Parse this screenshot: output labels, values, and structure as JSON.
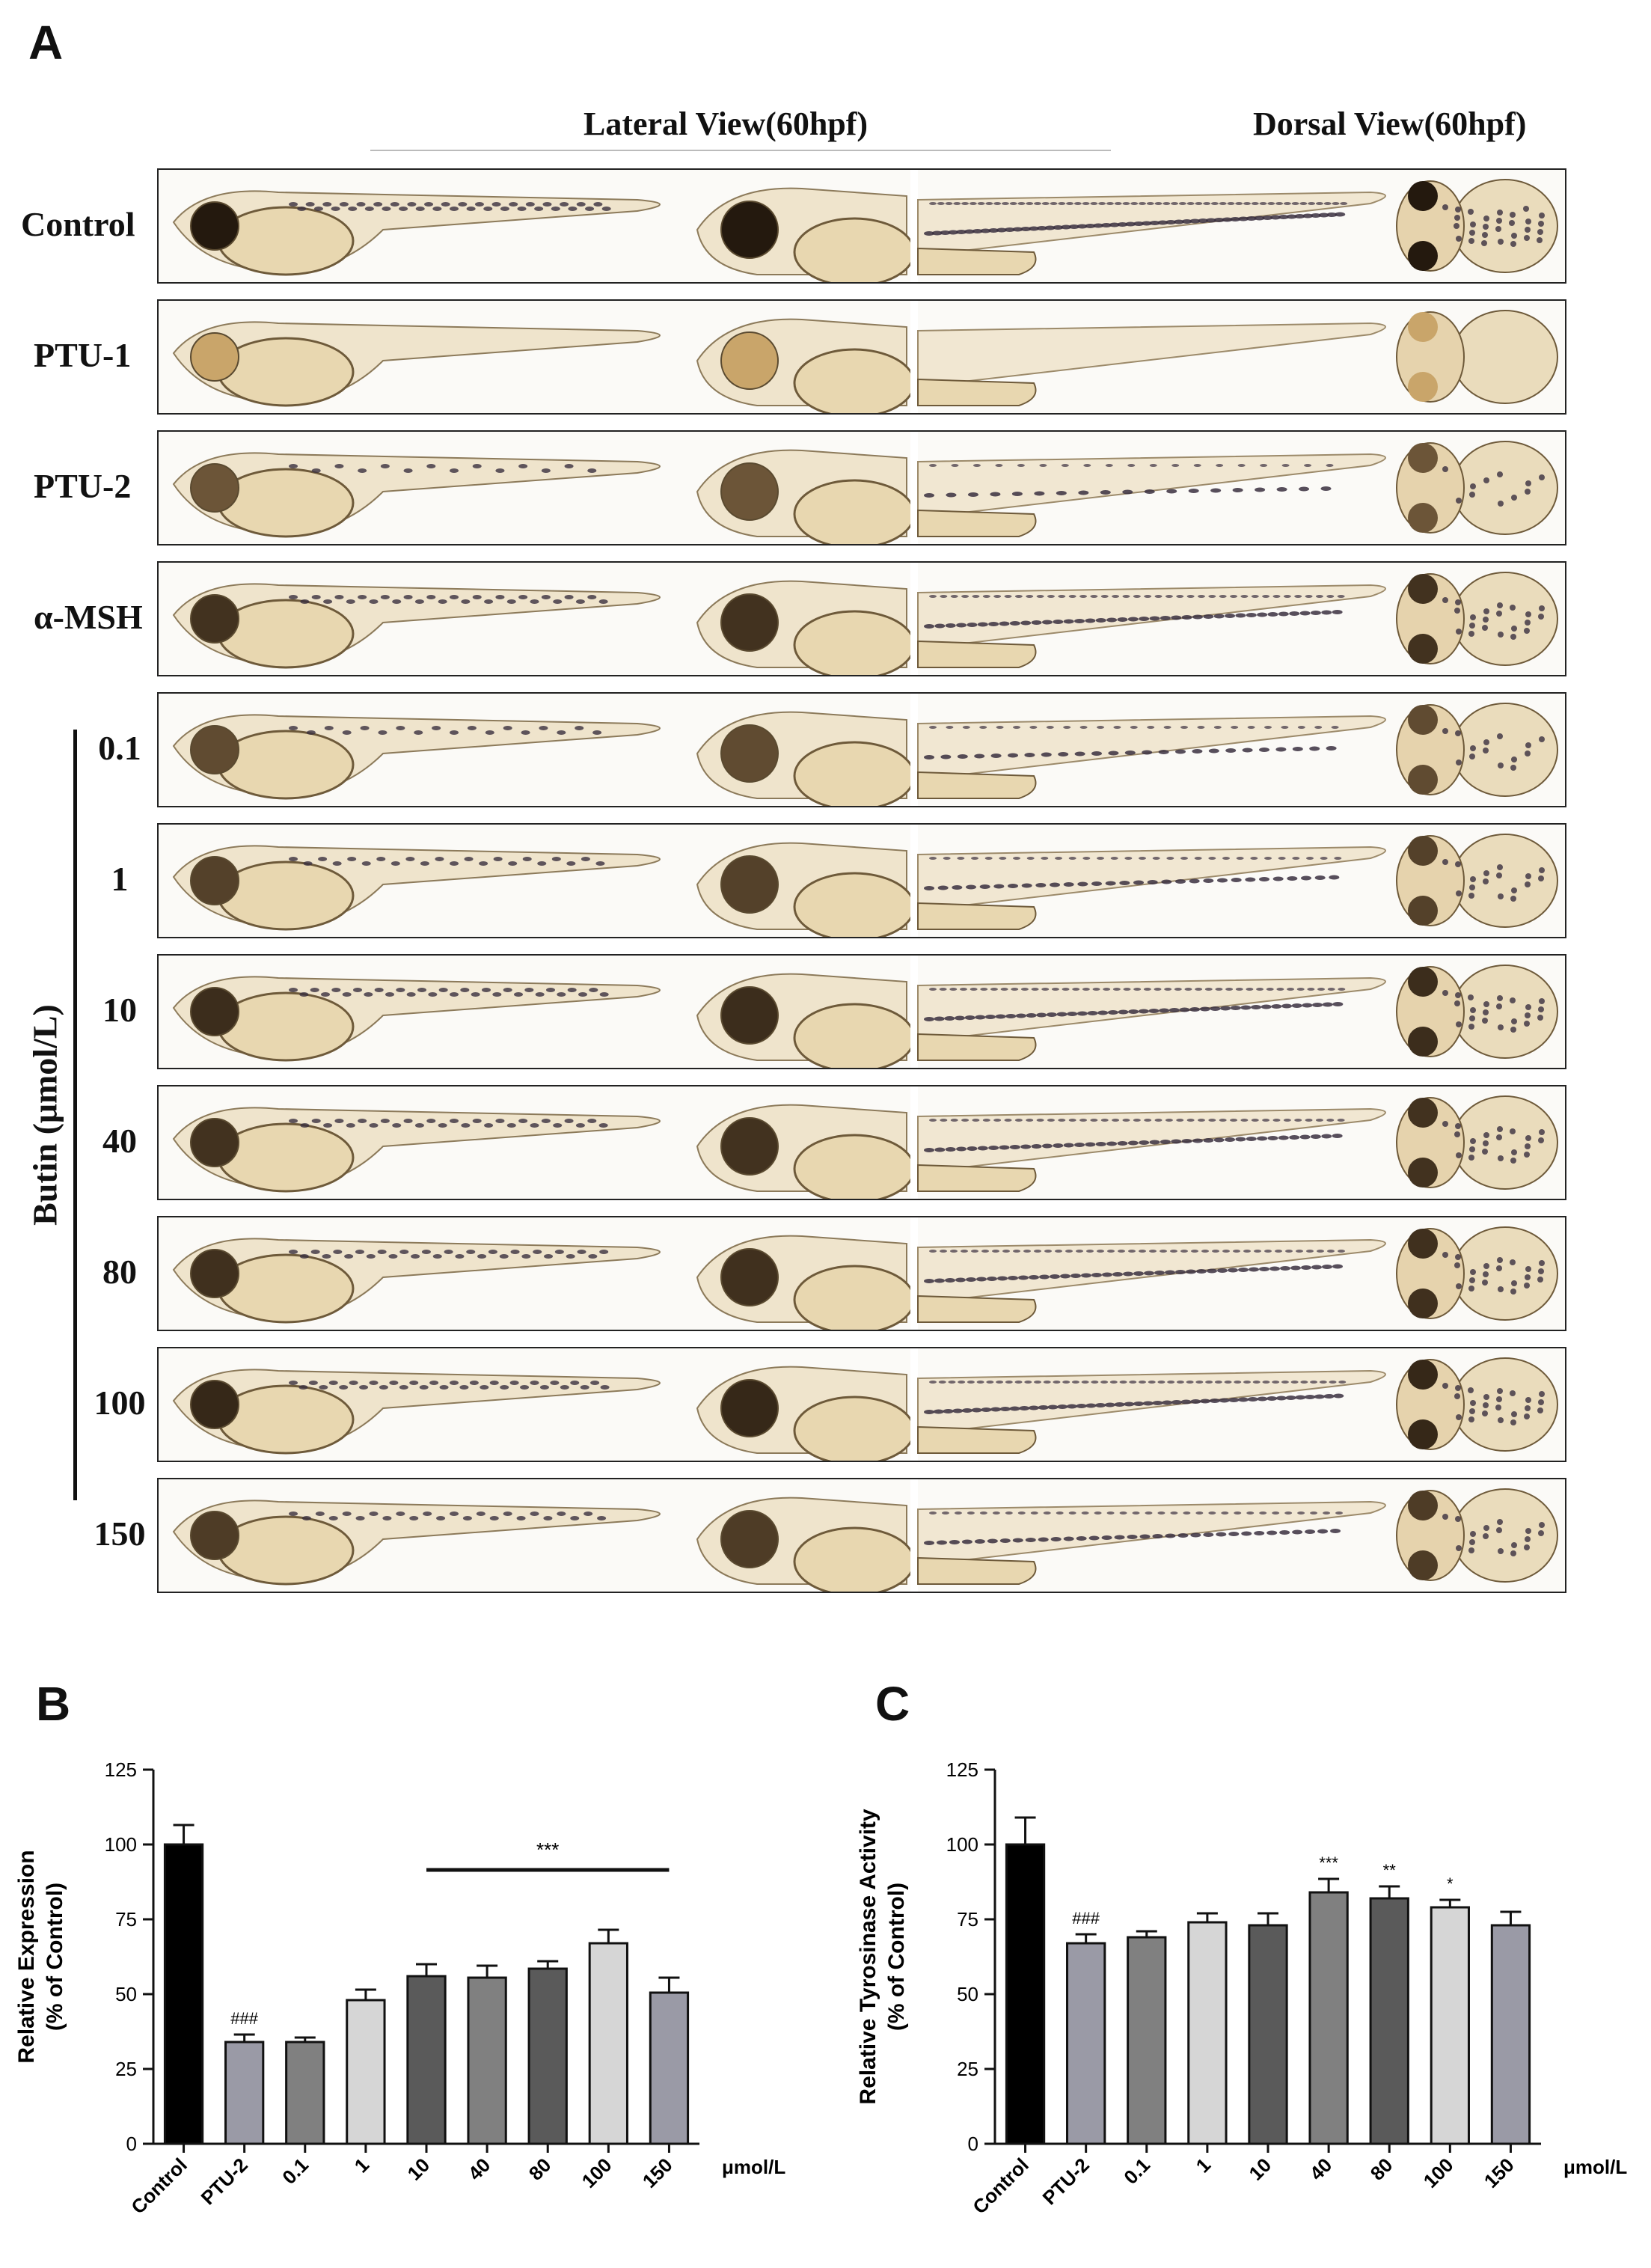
{
  "panel_a": {
    "letter": "A",
    "header_lateral": "Lateral View(60hpf)",
    "header_dorsal": "Dorsal View(60hpf)",
    "group_label": "Butin (μmol/L)",
    "rows": [
      {
        "label": "Control",
        "pigment": 0.95
      },
      {
        "label": "PTU-1",
        "pigment": 0.0
      },
      {
        "label": "PTU-2",
        "pigment": 0.35
      },
      {
        "label": "α-MSH",
        "pigment": 0.7
      },
      {
        "label": "0.1",
        "pigment": 0.45
      },
      {
        "label": "1",
        "pigment": 0.55
      },
      {
        "label": "10",
        "pigment": 0.75
      },
      {
        "label": "40",
        "pigment": 0.7
      },
      {
        "label": "80",
        "pigment": 0.72
      },
      {
        "label": "100",
        "pigment": 0.8
      },
      {
        "label": "150",
        "pigment": 0.6
      }
    ]
  },
  "colors": {
    "black": "#000000",
    "mid_gray": "#9a9aa6",
    "gray": "#808080",
    "light_gray": "#d6d6d6",
    "dark_gray": "#5a5a5a"
  },
  "chart_data": [
    {
      "type": "bar",
      "panel": "B",
      "ylabel": [
        "Relative Expression",
        "(% of Control)"
      ],
      "ylim": [
        0,
        125
      ],
      "yticks": [
        "0",
        "25",
        "50",
        "75",
        "100",
        "125"
      ],
      "categories": [
        "Control",
        "PTU-2",
        "0.1",
        "1",
        "10",
        "40",
        "80",
        "100",
        "150"
      ],
      "unit_label": "μmol/L",
      "values": [
        100,
        34,
        34,
        48,
        56,
        55.5,
        58.5,
        67,
        50.5
      ],
      "errors": [
        6.5,
        2.5,
        1.5,
        3.5,
        4,
        4,
        2.5,
        4.5,
        5
      ],
      "colors": [
        "#000000",
        "#9a9aa6",
        "#808080",
        "#d6d6d6",
        "#5a5a5a",
        "#808080",
        "#5a5a5a",
        "#d6d6d6",
        "#9a9aa6"
      ],
      "annotations": [
        {
          "text": "###",
          "category": "PTU-2"
        },
        {
          "text": "***",
          "span": [
            "10",
            "150"
          ]
        }
      ]
    },
    {
      "type": "bar",
      "panel": "C",
      "ylabel": [
        "Relative Tyrosinase Activity",
        "(% of Control)"
      ],
      "ylim": [
        0,
        125
      ],
      "yticks": [
        "0",
        "25",
        "50",
        "75",
        "100",
        "125"
      ],
      "categories": [
        "Control",
        "PTU-2",
        "0.1",
        "1",
        "10",
        "40",
        "80",
        "100",
        "150"
      ],
      "unit_label": "μmol/L",
      "values": [
        100,
        67,
        69,
        74,
        73,
        84,
        82,
        79,
        73
      ],
      "errors": [
        9,
        3,
        2,
        3,
        4,
        4.5,
        4,
        2.5,
        4.5
      ],
      "colors": [
        "#000000",
        "#9a9aa6",
        "#808080",
        "#d6d6d6",
        "#5a5a5a",
        "#808080",
        "#5a5a5a",
        "#d6d6d6",
        "#9a9aa6"
      ],
      "annotations": [
        {
          "text": "###",
          "category": "PTU-2"
        },
        {
          "text": "***",
          "category": "40"
        },
        {
          "text": "**",
          "category": "80"
        },
        {
          "text": "*",
          "category": "100"
        }
      ]
    }
  ]
}
